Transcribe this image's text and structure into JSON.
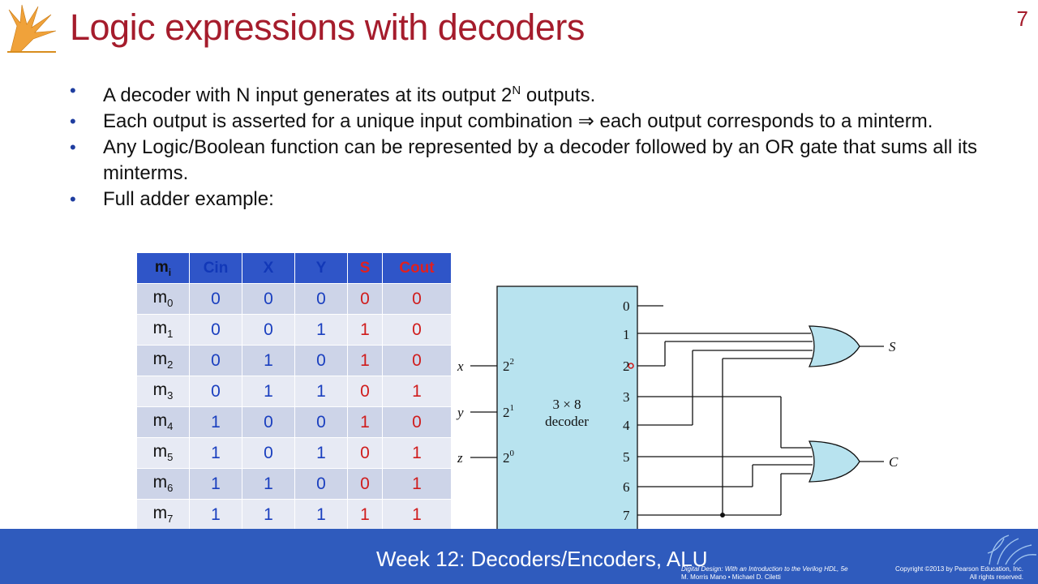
{
  "slide": {
    "title": "Logic expressions with decoders",
    "number": "7"
  },
  "bullets": {
    "b1_pre": "A decoder with N input generates at its output 2",
    "b1_sup": "N",
    "b1_post": " outputs.",
    "b2": "Each output is asserted for a unique input combination ⇒ each output corresponds to a minterm.",
    "b3": "Any Logic/Boolean function can be represented by a decoder followed by an OR gate that sums all its minterms.",
    "b4": "Full adder example:"
  },
  "truth_table": {
    "headers": {
      "m": "m",
      "m_sub": "i",
      "cin": "Cin",
      "x": "X",
      "y": "Y",
      "s": "S",
      "cout": "Cout"
    },
    "rows": [
      {
        "m": "m",
        "sub": "0",
        "cin": "0",
        "x": "0",
        "y": "0",
        "s": "0",
        "cout": "0"
      },
      {
        "m": "m",
        "sub": "1",
        "cin": "0",
        "x": "0",
        "y": "1",
        "s": "1",
        "cout": "0"
      },
      {
        "m": "m",
        "sub": "2",
        "cin": "0",
        "x": "1",
        "y": "0",
        "s": "1",
        "cout": "0"
      },
      {
        "m": "m",
        "sub": "3",
        "cin": "0",
        "x": "1",
        "y": "1",
        "s": "0",
        "cout": "1"
      },
      {
        "m": "m",
        "sub": "4",
        "cin": "1",
        "x": "0",
        "y": "0",
        "s": "1",
        "cout": "0"
      },
      {
        "m": "m",
        "sub": "5",
        "cin": "1",
        "x": "0",
        "y": "1",
        "s": "0",
        "cout": "1"
      },
      {
        "m": "m",
        "sub": "6",
        "cin": "1",
        "x": "1",
        "y": "0",
        "s": "0",
        "cout": "1"
      },
      {
        "m": "m",
        "sub": "7",
        "cin": "1",
        "x": "1",
        "y": "1",
        "s": "1",
        "cout": "1"
      }
    ]
  },
  "diagram": {
    "inputs": [
      "x",
      "y",
      "z"
    ],
    "input_pins": [
      {
        "base": "2",
        "exp": "2"
      },
      {
        "base": "2",
        "exp": "1"
      },
      {
        "base": "2",
        "exp": "0"
      }
    ],
    "decoder_label_1": "3 × 8",
    "decoder_label_2": "decoder",
    "outputs": [
      "0",
      "1",
      "2",
      "3",
      "4",
      "5",
      "6",
      "7"
    ],
    "sum_label": "S",
    "carry_label": "C"
  },
  "footer": {
    "course": "Week 12: Decoders/Encoders, ALU",
    "book_line1": "Digital Design: With an Introduction to the Verilog HDL, 5e",
    "book_line2": "M. Morris Mano • Michael D. Ciletti",
    "copyright_line1": "Copyright ©2013 by Pearson Education, Inc.",
    "copyright_line2": "All rights reserved."
  },
  "colors": {
    "title": "#a51c2c",
    "table_header": "#2f55c8",
    "blue_values": "#1a3fbf",
    "red_values": "#d01c1c",
    "footer": "#2f5bbd"
  }
}
